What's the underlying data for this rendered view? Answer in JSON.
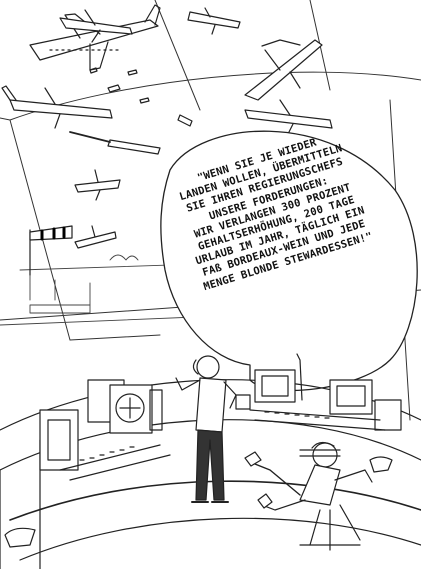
{
  "speech_bubble": {
    "lines": [
      "\"WENN SIE JE WIEDER",
      "LANDEN WOLLEN, ÜBERMITTELN",
      "SIE IHREN REGIERUNGSCHEFS",
      "UNSERE FORDERUNGEN:",
      "WIR VERLANGEN 300 PROZENT",
      "GEHALTSERHÖHUNG, 200 TAGE",
      "URLAUB IM JAHR, TÄGLICH EIN",
      "FAß BORDEAUX-WEIN UND JEDE",
      "MENGE BLONDE STEWARDESSEN!\""
    ]
  }
}
